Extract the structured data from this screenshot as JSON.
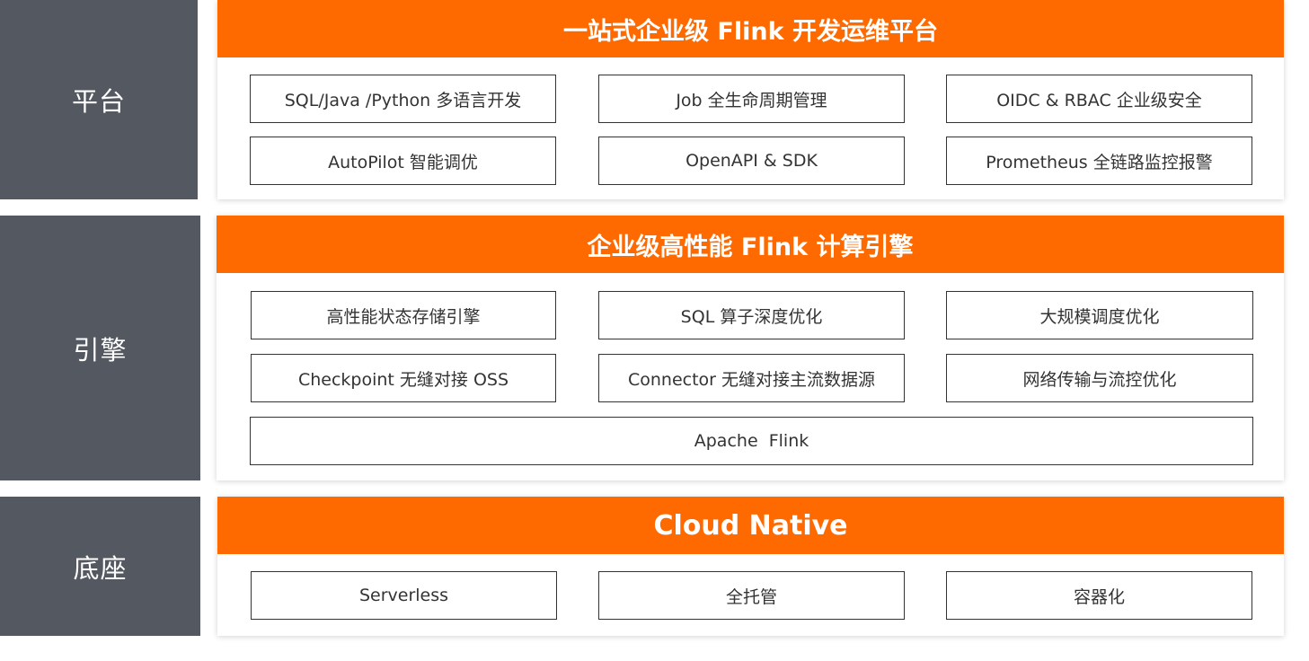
{
  "sections": {
    "platform": {
      "side_label": "平台",
      "banner": "一站式企业级 Flink 开发运维平台",
      "items": [
        "SQL/Java /Python 多语言开发",
        "Job 全生命周期管理",
        "OIDC & RBAC 企业级安全",
        "AutoPilot 智能调优",
        "OpenAPI & SDK",
        "Prometheus 全链路监控报警"
      ]
    },
    "engine": {
      "side_label": "引擎",
      "banner": "企业级高性能 Flink 计算引擎",
      "items": [
        "高性能状态存储引擎",
        "SQL 算子深度优化",
        "大规模调度优化",
        "Checkpoint 无缝对接 OSS",
        "Connector 无缝对接主流数据源",
        "网络传输与流控优化",
        "Apache  Flink"
      ]
    },
    "base": {
      "side_label": "底座",
      "banner": "Cloud Native",
      "items": [
        "Serverless",
        "全托管",
        "容器化"
      ]
    }
  },
  "colors": {
    "banner": "#ff6a00",
    "side": "#535861",
    "box_border": "#333333"
  }
}
